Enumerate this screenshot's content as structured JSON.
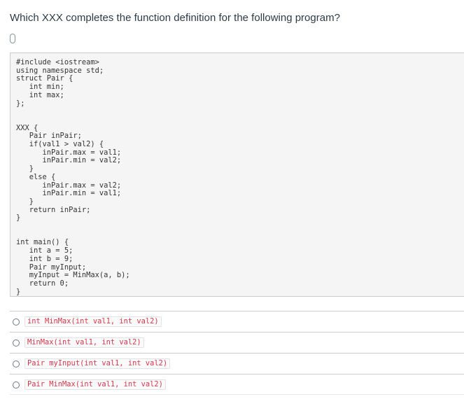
{
  "question": {
    "text": "Which XXX completes the function definition for the following program?",
    "code": "#include <iostream>\nusing namespace std;\nstruct Pair {\n   int min;\n   int max;\n};\n\n\nXXX {\n   Pair inPair;\n   if(val1 > val2) {\n      inPair.max = val1;\n      inPair.min = val2;\n   }\n   else {\n      inPair.max = val2;\n      inPair.min = val1;\n   }\n   return inPair;\n}\n\n\nint main() {\n   int a = 5;\n   int b = 9;\n   Pair myInput;\n   myInput = MinMax(a, b);\n   return 0;\n}"
  },
  "options": [
    {
      "label": "int MinMax(int val1, int val2)"
    },
    {
      "label": "MinMax(int val1, int val2)"
    },
    {
      "label": "Pair myInput(int val1, int val2)"
    },
    {
      "label": "Pair MinMax(int val1, int val2)"
    }
  ],
  "icons": {
    "flag": "bookmark-flag-icon",
    "radio": "radio-button-icon"
  },
  "colors": {
    "code_text": "#d3394c",
    "code_bg": "#f5f5f5",
    "border": "#c7cdd1"
  }
}
